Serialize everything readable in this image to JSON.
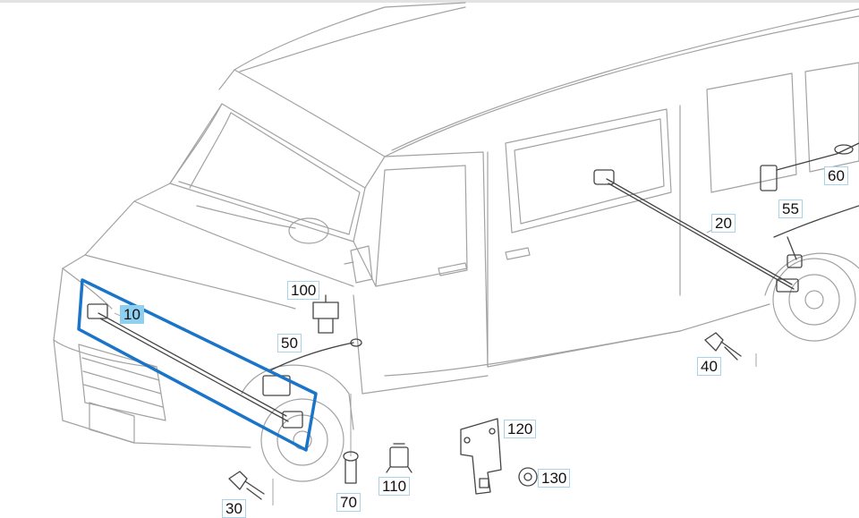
{
  "colors": {
    "line": "#9a9a9a",
    "part": "#444444",
    "highlight": "#1a74c8",
    "callout_border": "#a9d3ea",
    "callout_selected": "#8fcff0"
  },
  "selected_part": "10",
  "callouts": {
    "p10": "10",
    "p20": "20",
    "p30": "30",
    "p40": "40",
    "p50": "50",
    "p55": "55",
    "p60": "60",
    "p70": "70",
    "p100": "100",
    "p110": "110",
    "p120": "120",
    "p130": "130"
  }
}
